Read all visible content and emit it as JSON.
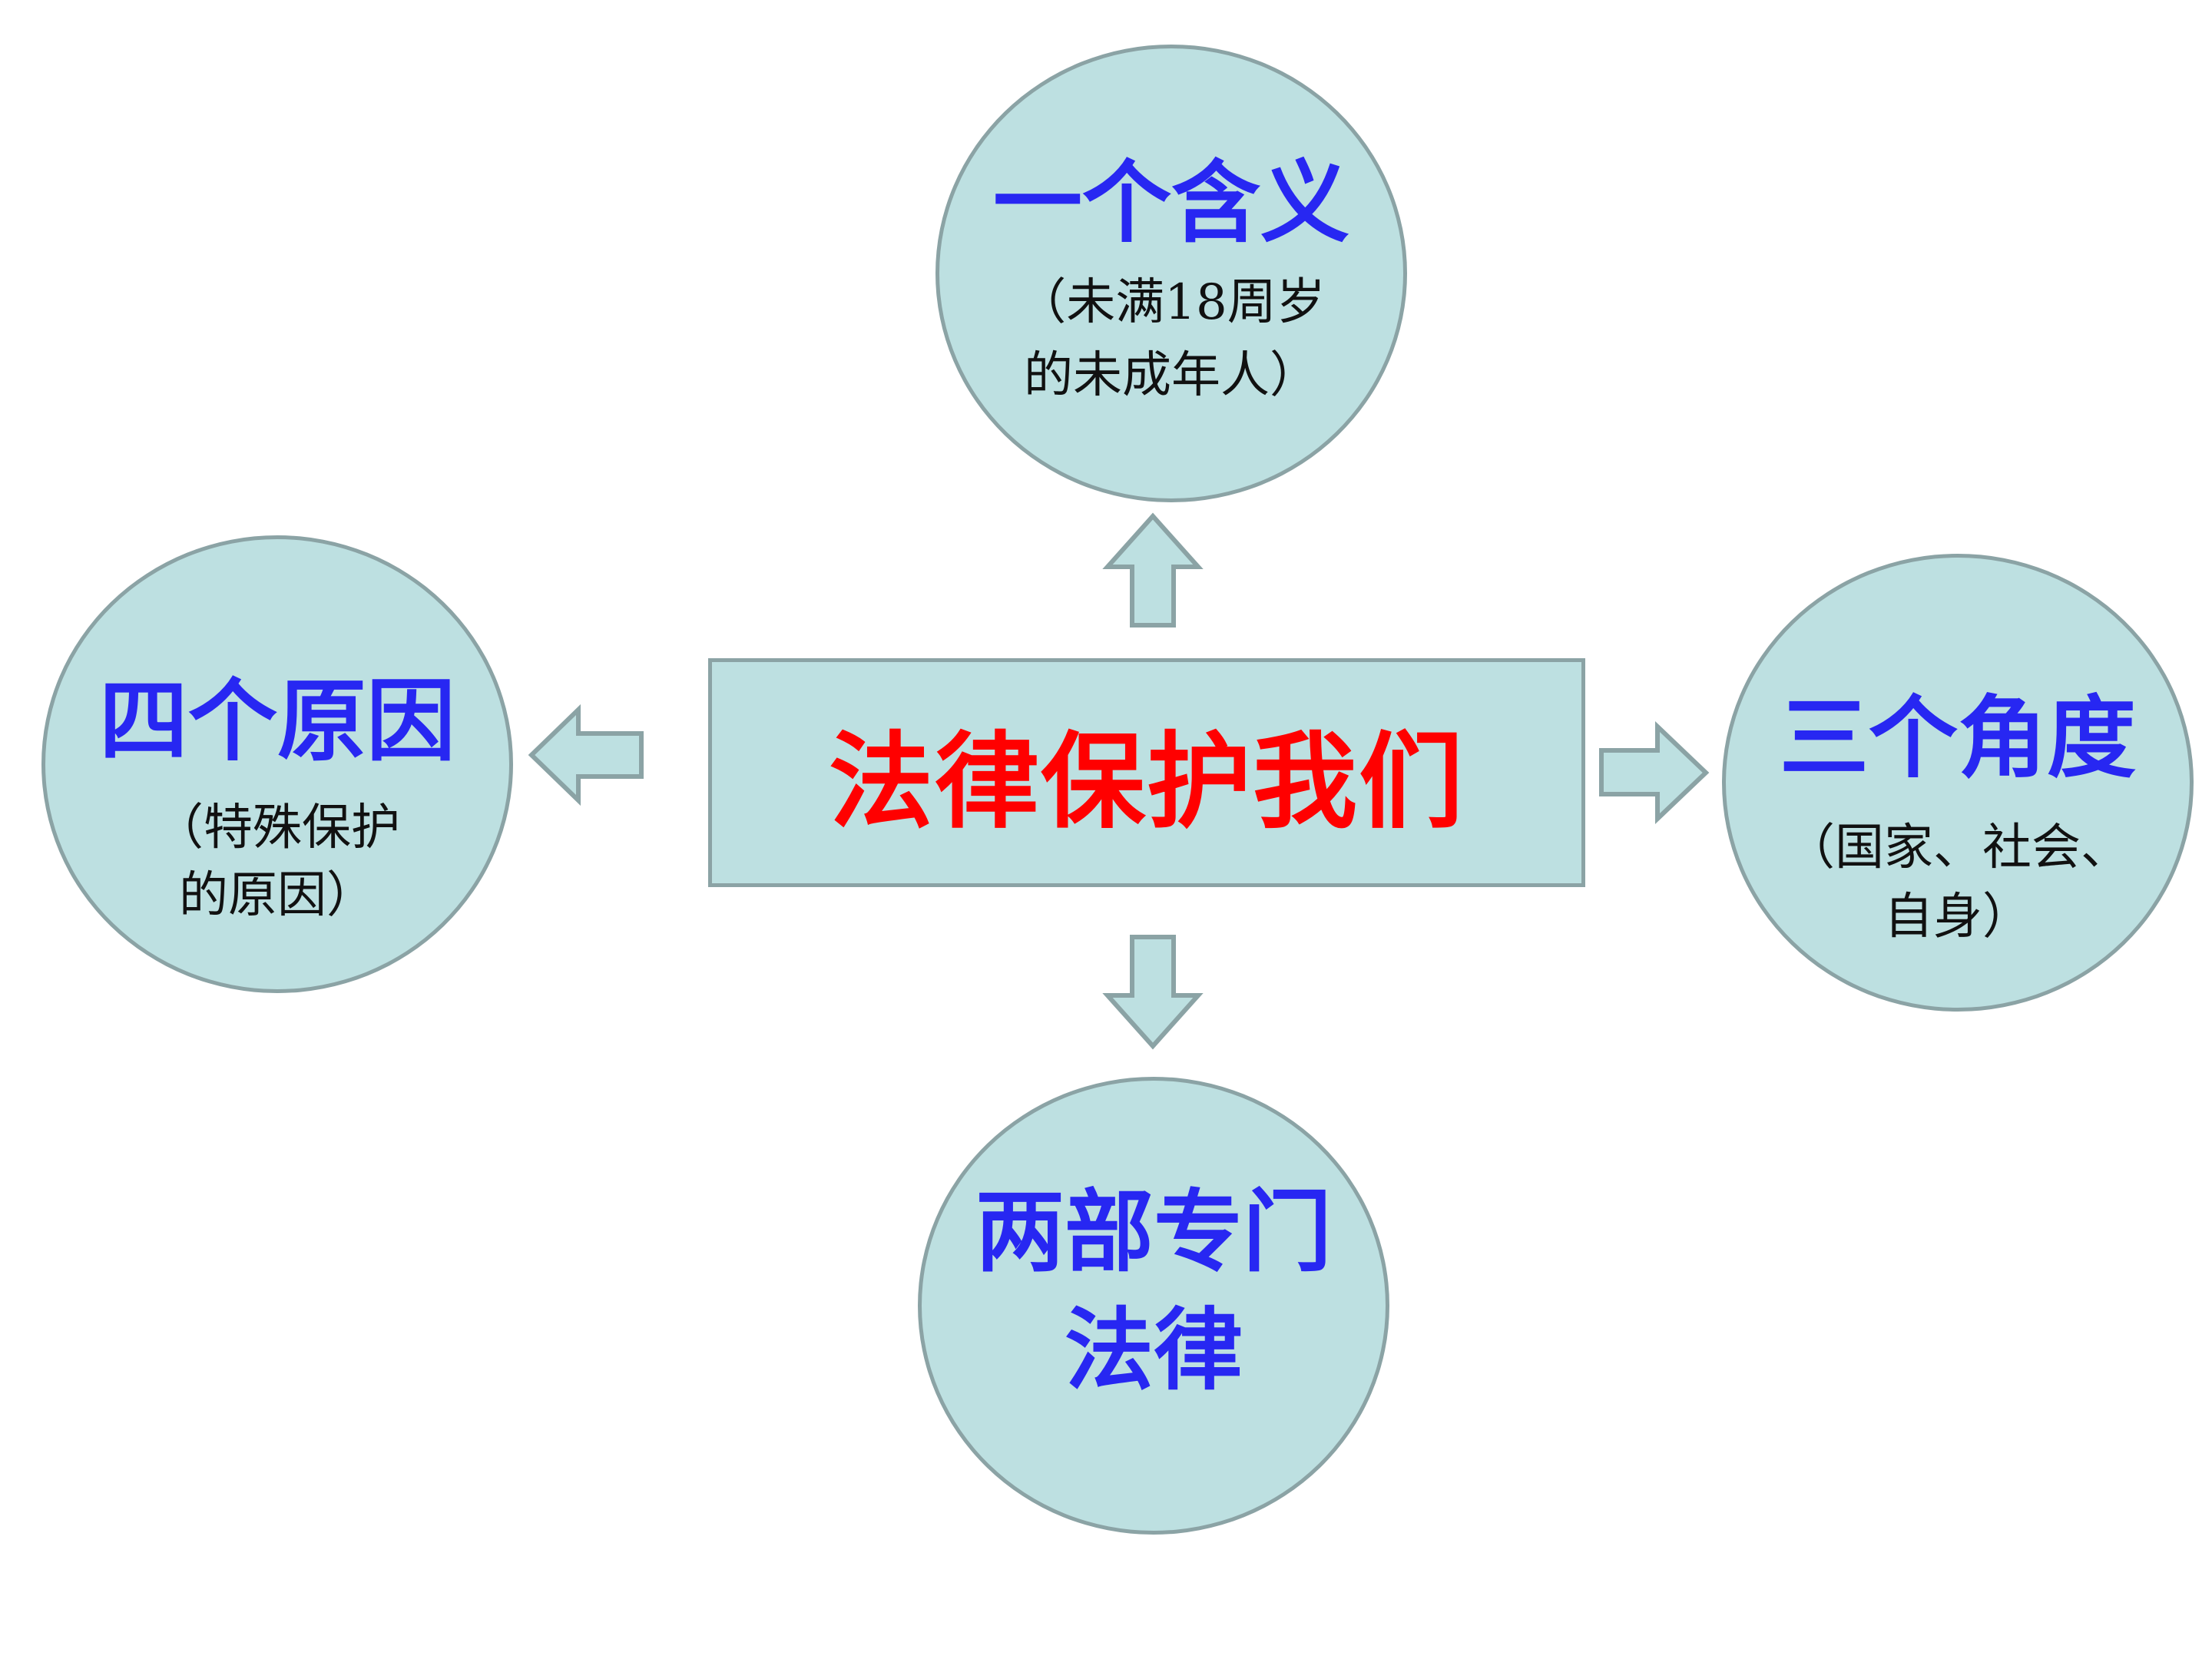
{
  "center": {
    "title": "法律保护我们"
  },
  "nodes": {
    "top": {
      "title": "一个含义",
      "sub_line1": "（未满18周岁",
      "sub_line2": "的未成年人）"
    },
    "left": {
      "title": "四个原因",
      "sub_line1": "（特殊保护",
      "sub_line2": "的原因）"
    },
    "right": {
      "title": "三个角度",
      "sub_line1": "（国家、社会、",
      "sub_line2": "自身）"
    },
    "bottom": {
      "title_line1": "两部专门",
      "title_line2": "法律"
    }
  },
  "colors": {
    "node_fill": "#bde0e1",
    "node_border": "#8ba3a5",
    "title_blue": "#2727f2",
    "center_red": "#ff0000"
  }
}
